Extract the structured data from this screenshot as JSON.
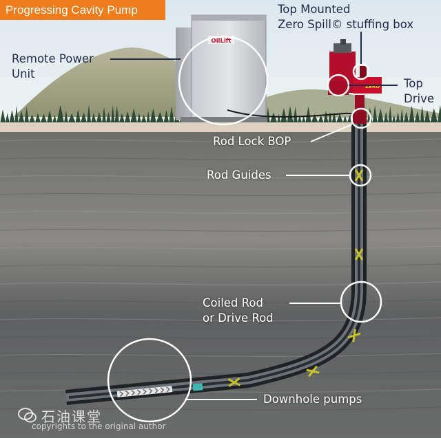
{
  "title": "Progressing Cavity Pump",
  "labels": {
    "top_mounted_line1": "Top Mounted",
    "top_mounted_line2": "Zero Spill© stuffing box",
    "remote_power_line1": "Remote Power",
    "remote_power_line2": "Unit",
    "top_drive_line1": "Top",
    "top_drive_line2": "Drive",
    "rod_lock_bop": "Rod Lock BOP",
    "rod_guides": "Rod Guides",
    "coiled_rod_line1": "Coiled Rod",
    "coiled_rod_line2": "or Drive Rod",
    "downhole_pumps": "Downhole pumps"
  },
  "power_unit_logo": "OilLift",
  "drive_badge": "ZERO",
  "watermark": {
    "name": "石油课堂",
    "credit": "copyrights to the original author"
  },
  "colors": {
    "title_bg": "#ee7c1a",
    "label_dark": "#1d2a4a",
    "label_light": "#ffffff",
    "sky_top": "#d9e6ee",
    "ground": "#6f6f6f",
    "drive_red": "#c8102e",
    "rod_guide": "#c9c12a",
    "pump_cyan": "#3fb6b0"
  }
}
